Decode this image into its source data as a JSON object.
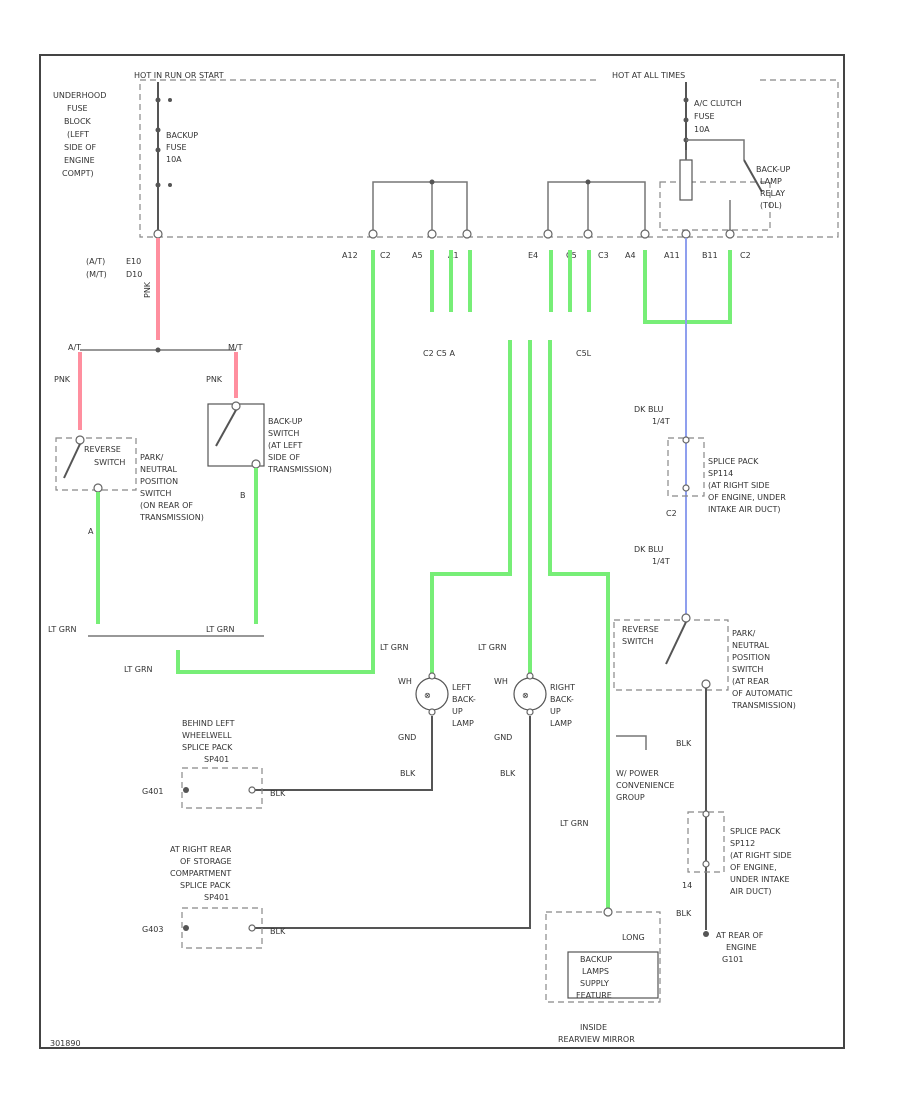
{
  "colors": {
    "lt_grn_wire": "#77ee77",
    "pnk_wire": "#ff8f9f",
    "dk_blu_wire": "#8f9fee",
    "frame": "#444444"
  },
  "labels": {
    "hot_run_start": "HOT IN RUN OR START",
    "hot_all_times": "HOT AT ALL TIMES",
    "underhood_fuse_block": [
      "UNDERHOOD",
      "FUSE",
      "BLOCK",
      "(LEFT",
      "SIDE OF",
      "ENGINE",
      "COMPT)"
    ],
    "backup_fuse": [
      "BACKUP",
      "FUSE",
      "10A"
    ],
    "ac_clutch_fuse": [
      "A/C CLUTCH",
      "FUSE",
      "10A"
    ],
    "backup_relay": [
      "BACK-UP",
      "LAMP",
      "RELAY",
      "(TOL)"
    ],
    "term_at": "(A/T)",
    "term_mt": "(M/T)",
    "term_e10": "E10",
    "term_d10": "D10",
    "pnk": "PNK",
    "at": "A/T",
    "mt": "M/T",
    "c_a12": "A12",
    "c_c2": "C2",
    "c_a5": "A5",
    "c_a1": "A1",
    "c_e4": "E4",
    "c_c5": "C5",
    "c_c3": "C3",
    "c_a4": "A4",
    "c_a11": "A11",
    "c_b11": "B11",
    "c_c2b": "C2",
    "conn_left": "C2 C5 A",
    "conn_right": "C5L",
    "reverse_switch": [
      "REVERSE",
      "SWITCH"
    ],
    "park_neutral_1": [
      "PARK/",
      "NEUTRAL",
      "POSITION",
      "SWITCH",
      "(ON REAR OF",
      "TRANSMISSION)"
    ],
    "backup_switch": [
      "BACK-UP",
      "SWITCH",
      "(AT LEFT",
      "SIDE OF",
      "TRANSMISSION)"
    ],
    "term_a": "A",
    "term_b": "B",
    "dk_blu_1": [
      "DK BLU",
      "1/4T"
    ],
    "splice_s114": [
      "SPLICE PACK",
      "SP114",
      "(AT RIGHT SIDE",
      "OF ENGINE, UNDER",
      "INTAKE AIR DUCT)"
    ],
    "c2": "C2",
    "dk_blu_2": [
      "DK BLU",
      "1/4T"
    ],
    "reverse_switch_2": [
      "REVERSE",
      "SWITCH"
    ],
    "park_neutral_2": [
      "PARK/",
      "NEUTRAL",
      "POSITION",
      "SWITCH",
      "(AT REAR",
      "OF AUTOMATIC",
      "TRANSMISSION)"
    ],
    "lt_grn": "LT GRN",
    "left_backup_lamp": [
      "LEFT",
      "BACK-",
      "UP",
      "LAMP"
    ],
    "right_backup_lamp": [
      "RIGHT",
      "BACK-",
      "UP",
      "LAMP"
    ],
    "wh": "WH",
    "gnd": "GND",
    "blk": "BLK",
    "behind_left_wheelwell": [
      "BEHIND LEFT",
      "WHEELWELL",
      "SPLICE PACK",
      "SP401"
    ],
    "g401": "G401",
    "rear_storage": [
      "AT RIGHT REAR",
      "OF STORAGE",
      "COMPARTMENT",
      "SPLICE PACK",
      "SP401"
    ],
    "g403": "G403",
    "power_convenience": [
      "W/ POWER",
      "CONVENIENCE",
      "GROUP"
    ],
    "splice_s112": [
      "SPLICE PACK",
      "SP112",
      "(AT RIGHT SIDE",
      "OF ENGINE,",
      "UNDER INTAKE",
      "AIR DUCT)"
    ],
    "term_14": "14",
    "at_rear_engine": [
      "AT REAR OF",
      "ENGINE",
      "G101"
    ],
    "long": "LONG",
    "backup_supply": [
      "BACKUP",
      "LAMPS",
      "SUPPLY",
      "FEATURE"
    ],
    "inside_mirror": [
      "INSIDE",
      "REARVIEW MIRROR"
    ],
    "diagram_id": "301890"
  }
}
